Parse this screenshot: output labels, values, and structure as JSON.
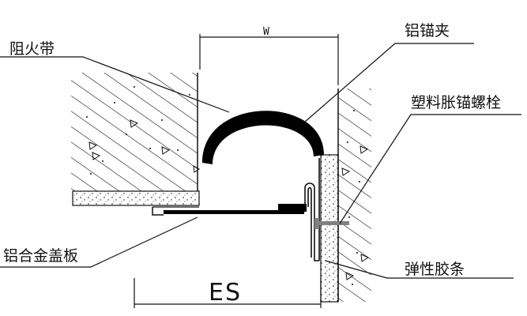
{
  "labels": {
    "fire_belt": "阻火带",
    "aluminum_clip": "铝锚夹",
    "expansion_bolt": "塑料胀锚螺栓",
    "cover_plate": "铝合金盖板",
    "elastic_rubber": "弹性胶条"
  },
  "dimensions": {
    "top": "W",
    "bottom": "ES"
  },
  "colors": {
    "line": "#111111",
    "fill_black": "#000000",
    "bolt_gray": "#808080"
  }
}
